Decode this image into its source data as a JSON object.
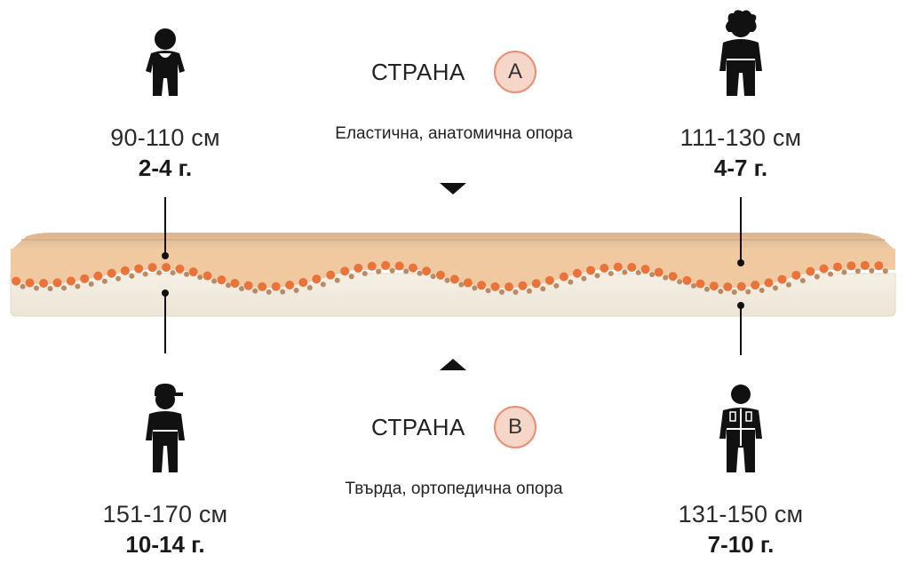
{
  "side_a": {
    "title": "СТРАНА",
    "badge": "A",
    "description": "Еластична, анатомична опора"
  },
  "side_b": {
    "title": "СТРАНА",
    "badge": "B",
    "description": "Твърда, ортопедична опора"
  },
  "groups": {
    "top_left": {
      "height": "90-110 см",
      "age": "2-4 г.",
      "icon": "toddler-icon"
    },
    "top_right": {
      "height": "111-130 см",
      "age": "4-7 г.",
      "icon": "child-curly-hair-icon"
    },
    "bottom_left": {
      "height": "151-170 см",
      "age": "10-14 г.",
      "icon": "teen-cap-icon"
    },
    "bottom_right": {
      "height": "131-150 см",
      "age": "7-10 г.",
      "icon": "child-jacket-icon"
    }
  },
  "colors": {
    "foam_top": "#e9c4a0",
    "foam_orange": "#e8743c",
    "foam_base": "#f2ebdf",
    "badge_fill": "#f6d6c9",
    "badge_border": "#e58f74"
  }
}
